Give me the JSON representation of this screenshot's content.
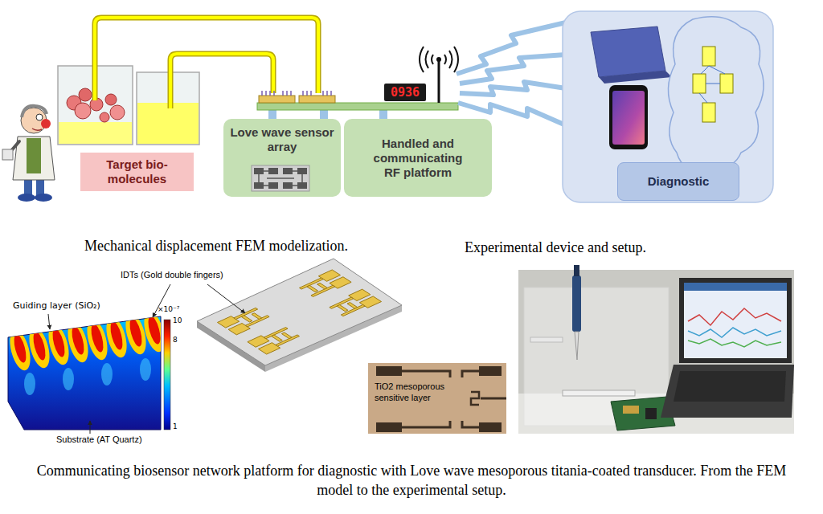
{
  "diagram": {
    "caption": "Communicating biosensor network platform for diagnostic with Love wave mesoporous titania-coated transducer. From the FEM model to the experimental setup.",
    "nodes": [
      {
        "text": [
          "Target bio-molecules"
        ]
      },
      {
        "text": [
          "Love wave sensor array"
        ]
      },
      {
        "text": [
          "Handled and communicating RF platform"
        ]
      },
      {
        "text": [
          "Diagnostic"
        ]
      }
    ],
    "labels": [
      "0936",
      "Mechanical displacement FEM modelization.",
      "Experimental device and setup.",
      "IDTs (Gold double fingers)",
      "Guiding layer (SiO₂)",
      "×10⁻⁷",
      "10",
      "8",
      "1",
      "Substrate (AT Quartz)",
      "TiO2 mesoporous sensitive layer"
    ]
  }
}
